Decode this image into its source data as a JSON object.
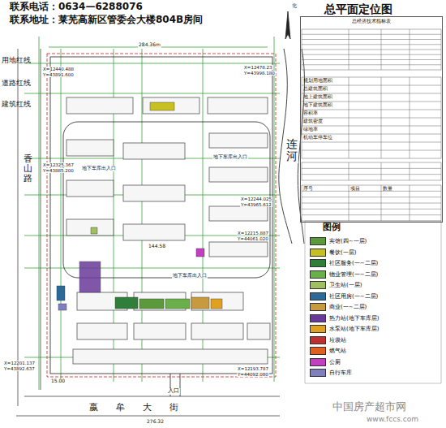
{
  "diagram": {
    "title": "总平面定位图",
    "nodes": [
      {
        "text": [
          "总经济技术指标表"
        ]
      }
    ],
    "labels": [
      "联系电话：0634—6288076",
      "联系地址：莱芜高新区管委会大楼804B房间",
      "北",
      "用地红线",
      "道路红线",
      "建筑红线",
      "香山路",
      "嬴牟大街",
      "连河",
      "入口",
      "地下车库出入口",
      "地下车库出入口",
      "地下车库出入口",
      "284.36m",
      "276.32",
      "X=12478.23",
      "Y=43998.180",
      "X=12440.488",
      "Y=43891.600",
      "X=12325.367",
      "Y=43885.200",
      "X=12244.025",
      "Y=43965.612",
      "X=12215.887",
      "Y=44061.020",
      "X=12201.137",
      "Y=43892.637",
      "X=12193.787",
      "Y=44092.080",
      "144.58",
      "15.00",
      "www.fccs.com",
      "中国房产超市网",
      "规划用地面积",
      "总建筑面积",
      "地上建筑面积",
      "地下建筑面积",
      "容积率",
      "建筑密度",
      "绿地率",
      "机动车停车位",
      "序号",
      "项目",
      "数量",
      "图例"
    ],
    "legend": [
      {
        "text": "宾馆(四~一层)",
        "color": "#5a9a3a"
      },
      {
        "text": "餐饮(一层)",
        "color": "#c8c020"
      },
      {
        "text": "社区服务(一~二层)",
        "color": "#2f7f3a"
      },
      {
        "text": "物业管理(一~二层)",
        "color": "#6ab04a"
      },
      {
        "text": "卫生站(一层)",
        "color": "#a0c060"
      },
      {
        "text": "社区用房(一~二层)",
        "color": "#2a6a9a"
      },
      {
        "text": "商业(一~二层)",
        "color": "#c89a40"
      },
      {
        "text": "热力站(地下车库层)",
        "color": "#6a3a9a"
      },
      {
        "text": "水泵站(地下车库层)",
        "color": "#e0a020"
      },
      {
        "text": "垃圾站",
        "color": "#c03030"
      },
      {
        "text": "燃气站",
        "color": "#e06020"
      },
      {
        "text": "公厕",
        "color": "#c040c0"
      },
      {
        "text": "自行车库",
        "color": "#8080c0"
      }
    ]
  }
}
